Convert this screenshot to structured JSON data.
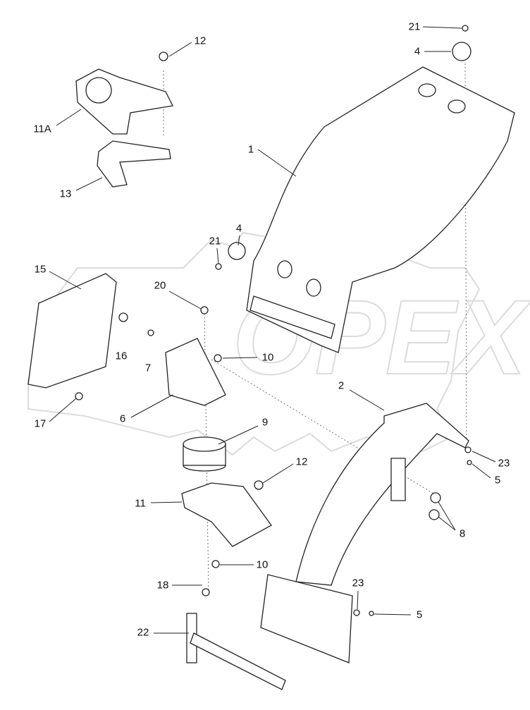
{
  "watermark": "OPEX",
  "callouts": [
    {
      "id": "c21a",
      "text": "21"
    },
    {
      "id": "c4a",
      "text": "4"
    },
    {
      "id": "c12a",
      "text": "12"
    },
    {
      "id": "c11A",
      "text": "11A"
    },
    {
      "id": "c1",
      "text": "1"
    },
    {
      "id": "c13",
      "text": "13"
    },
    {
      "id": "c4b",
      "text": "4"
    },
    {
      "id": "c21b",
      "text": "21"
    },
    {
      "id": "c15",
      "text": "15"
    },
    {
      "id": "c20",
      "text": "20"
    },
    {
      "id": "c16",
      "text": "16"
    },
    {
      "id": "c10a",
      "text": "10"
    },
    {
      "id": "c7",
      "text": "7"
    },
    {
      "id": "c2",
      "text": "2"
    },
    {
      "id": "c17",
      "text": "17"
    },
    {
      "id": "c6",
      "text": "6"
    },
    {
      "id": "c9",
      "text": "9"
    },
    {
      "id": "c23a",
      "text": "23"
    },
    {
      "id": "c12b",
      "text": "12"
    },
    {
      "id": "c5a",
      "text": "5"
    },
    {
      "id": "c11",
      "text": "11"
    },
    {
      "id": "c8",
      "text": "8"
    },
    {
      "id": "c10b",
      "text": "10"
    },
    {
      "id": "c18",
      "text": "18"
    },
    {
      "id": "c23b",
      "text": "23"
    },
    {
      "id": "c5b",
      "text": "5"
    },
    {
      "id": "c22",
      "text": "22"
    }
  ]
}
